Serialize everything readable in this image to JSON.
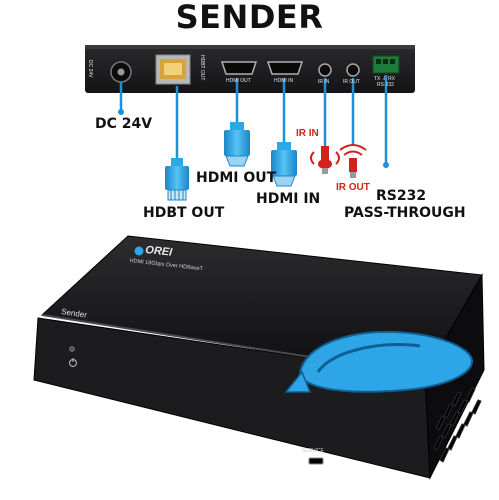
{
  "title": "SENDER",
  "panel": {
    "dc_label": "DC 24V",
    "hdbt_label": "HDBT OUT",
    "hdmi_out_label": "HDMI OUT",
    "hdmi_in_label": "HDMI IN",
    "ir_in_label": "IR IN",
    "ir_out_label": "IR OUT",
    "rs232_pins": "TX  ⏚  RX",
    "rs232_label": "RS-232"
  },
  "callouts": {
    "dc": "DC 24V",
    "hdbt": "HDBT OUT",
    "hdmi_out": "HDMI OUT",
    "hdmi_in": "HDMI IN",
    "ir_in": "IR IN",
    "ir_out": "IR OUT",
    "rs232_line1": "RS232",
    "rs232_line2": "PASS-THROUGH"
  },
  "device": {
    "brand": "OREI",
    "model_text": "HDMI 18Gbps Over HDBaseT",
    "side_label": "Sender",
    "service_label": "SERVICE"
  },
  "colors": {
    "accent_blue": "#1e8fd8",
    "cable_blue": "#29a9e8",
    "ir_red": "#d32020",
    "panel_dark": "#1c1c1e",
    "body_dark": "#1a1a1a"
  }
}
